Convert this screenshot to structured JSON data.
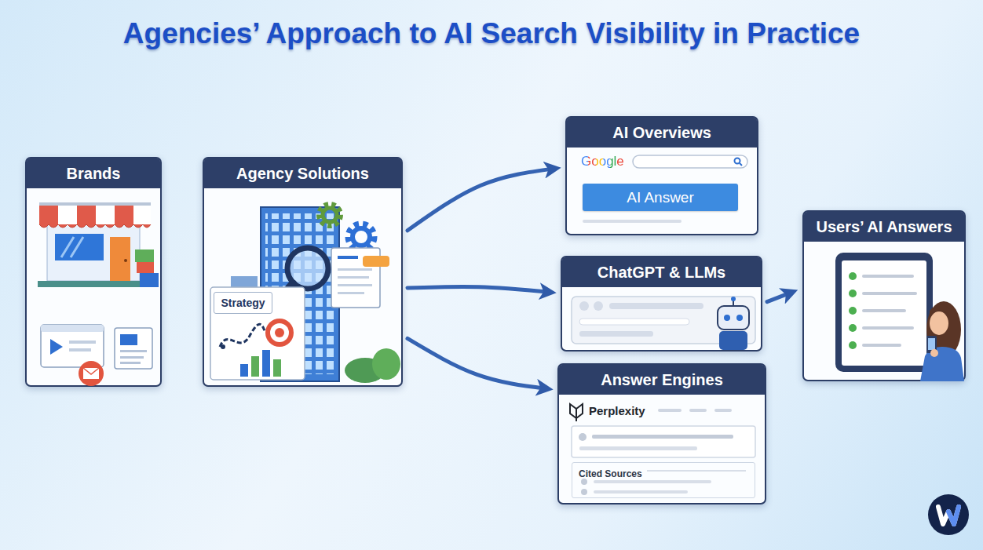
{
  "diagram": {
    "title": "Agencies’ Approach to AI Search Visibility in Practice",
    "nodes": [
      {
        "text": [
          "Brands"
        ]
      },
      {
        "text": [
          "Agency Solutions"
        ]
      },
      {
        "text": [
          "Strategy"
        ],
        "in": 1
      },
      {
        "text": [
          "AI Overviews"
        ]
      },
      {
        "text": [
          "AI Answer"
        ],
        "in": 3
      },
      {
        "text": [
          "ChatGPT & LLMs"
        ]
      },
      {
        "text": [
          "Answer Engines"
        ]
      },
      {
        "text": [
          "Cited Sources"
        ],
        "in": 6
      },
      {
        "text": [
          "Users’ AI Answers"
        ]
      }
    ],
    "edges": [
      {
        "from": 1,
        "to": 3,
        "arrow": "to"
      },
      {
        "from": 1,
        "to": 5,
        "arrow": "to"
      },
      {
        "from": 1,
        "to": 6,
        "arrow": "to"
      },
      {
        "from": 5,
        "to": 8,
        "arrow": "to"
      }
    ],
    "labels": [
      "Google",
      "Perplexity"
    ]
  }
}
